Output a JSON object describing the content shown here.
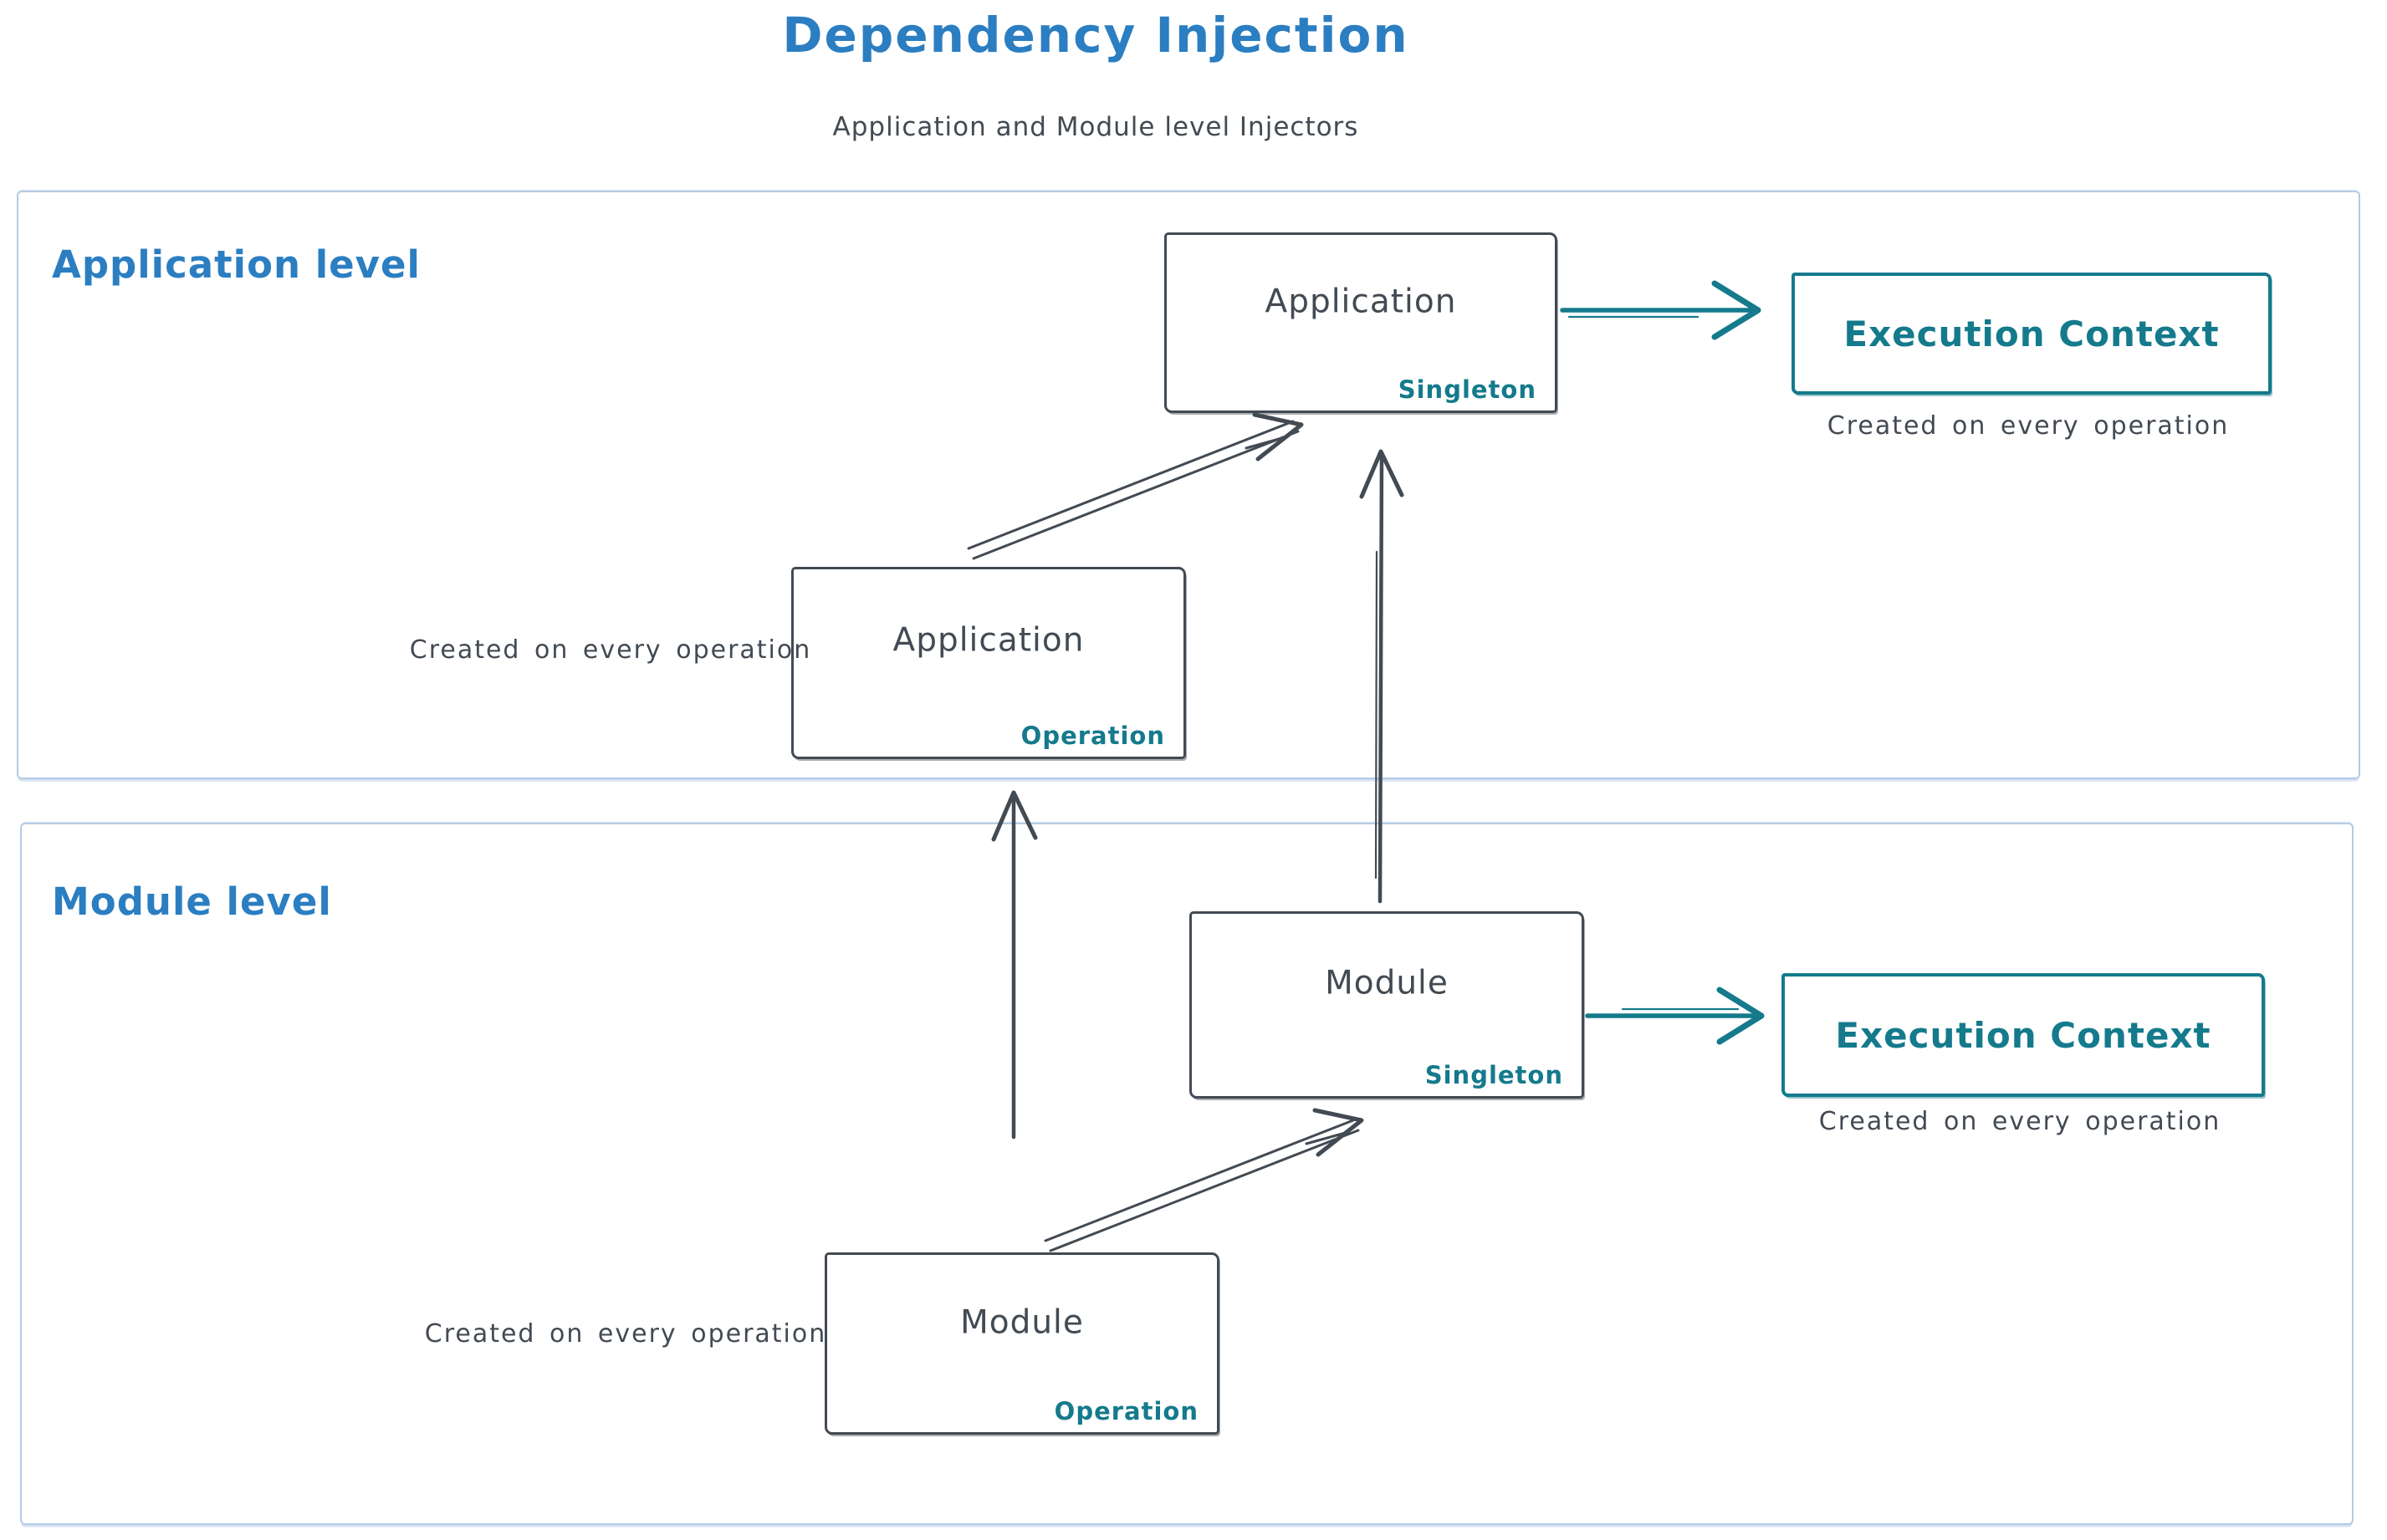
{
  "colors": {
    "title_blue": "#2b7ec1",
    "ink": "#424a53",
    "teal": "#147a8c",
    "container_border": "#b3cbe4",
    "background": "#ffffff"
  },
  "header": {
    "title": "Dependency Injection",
    "subtitle": "Application and Module level Injectors"
  },
  "application_level": {
    "label": "Application level",
    "singleton_box": {
      "title": "Application",
      "tag": "Singleton"
    },
    "operation_box": {
      "title": "Application",
      "tag": "Operation"
    },
    "operation_caption": "Created on every operation",
    "execution_context": {
      "label": "Execution Context",
      "caption": "Created on every operation"
    }
  },
  "module_level": {
    "label": "Module level",
    "singleton_box": {
      "title": "Module",
      "tag": "Singleton"
    },
    "operation_box": {
      "title": "Module",
      "tag": "Operation"
    },
    "operation_caption": "Created on every operation",
    "execution_context": {
      "label": "Execution Context",
      "caption": "Created on every operation"
    }
  }
}
